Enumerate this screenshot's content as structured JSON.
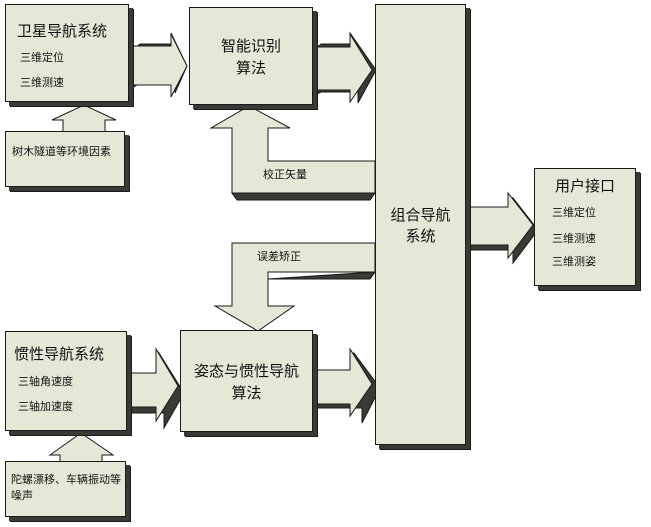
{
  "satellite": {
    "title": "卫星导航系统",
    "items": [
      "三维定位",
      "三维测速"
    ]
  },
  "env_factors": {
    "text": "树木隧道等环境因素"
  },
  "recognition": {
    "line1": "智能识别",
    "line2": "算法"
  },
  "correction_vector": {
    "label": "校正矢量"
  },
  "integrated": {
    "line1": "组合导航",
    "line2": "系统"
  },
  "user_interface": {
    "title": "用户接口",
    "items": [
      "三维定位",
      "三维测速",
      "三维测姿"
    ]
  },
  "error_correction": {
    "label": "误差矫正"
  },
  "inertial": {
    "title": "惯性导航系统",
    "items": [
      "三轴角速度",
      "三轴加速度"
    ]
  },
  "attitude": {
    "line1": "姿态与惯性导航",
    "line2": "算法"
  },
  "noise": {
    "text": "陀螺漂移、车辆振动等噪声"
  },
  "colors": {
    "box_fill": "#e6e7d7",
    "shadow": "#3a3a34",
    "outline": "#1a1a1a"
  }
}
